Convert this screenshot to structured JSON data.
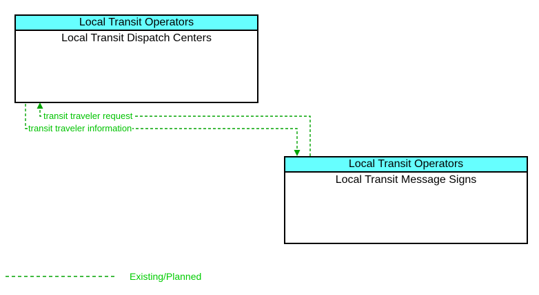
{
  "diagram": {
    "type": "interconnect-diagram",
    "boxes": [
      {
        "id": "dispatch",
        "header": "Local Transit Operators",
        "title": "Local Transit Dispatch Centers"
      },
      {
        "id": "signs",
        "header": "Local Transit Operators",
        "title": "Local Transit Message Signs"
      }
    ],
    "flows": [
      {
        "label": "transit traveler request",
        "from": "Local Transit Message Signs",
        "to": "Local Transit Dispatch Centers",
        "status": "Existing/Planned",
        "line_style": "dashed"
      },
      {
        "label": "transit traveler information",
        "from": "Local Transit Dispatch Centers",
        "to": "Local Transit Message Signs",
        "status": "Existing/Planned",
        "line_style": "dashed"
      }
    ],
    "legend": {
      "label": "Existing/Planned",
      "line_style": "dashed"
    },
    "colors": {
      "header_fill": "#66FFFF",
      "box_border": "#000000",
      "flow_line": "#00A300",
      "flow_text": "#00C300",
      "legend_text": "#00CC00",
      "page_bg": "#FFFFFF"
    }
  }
}
